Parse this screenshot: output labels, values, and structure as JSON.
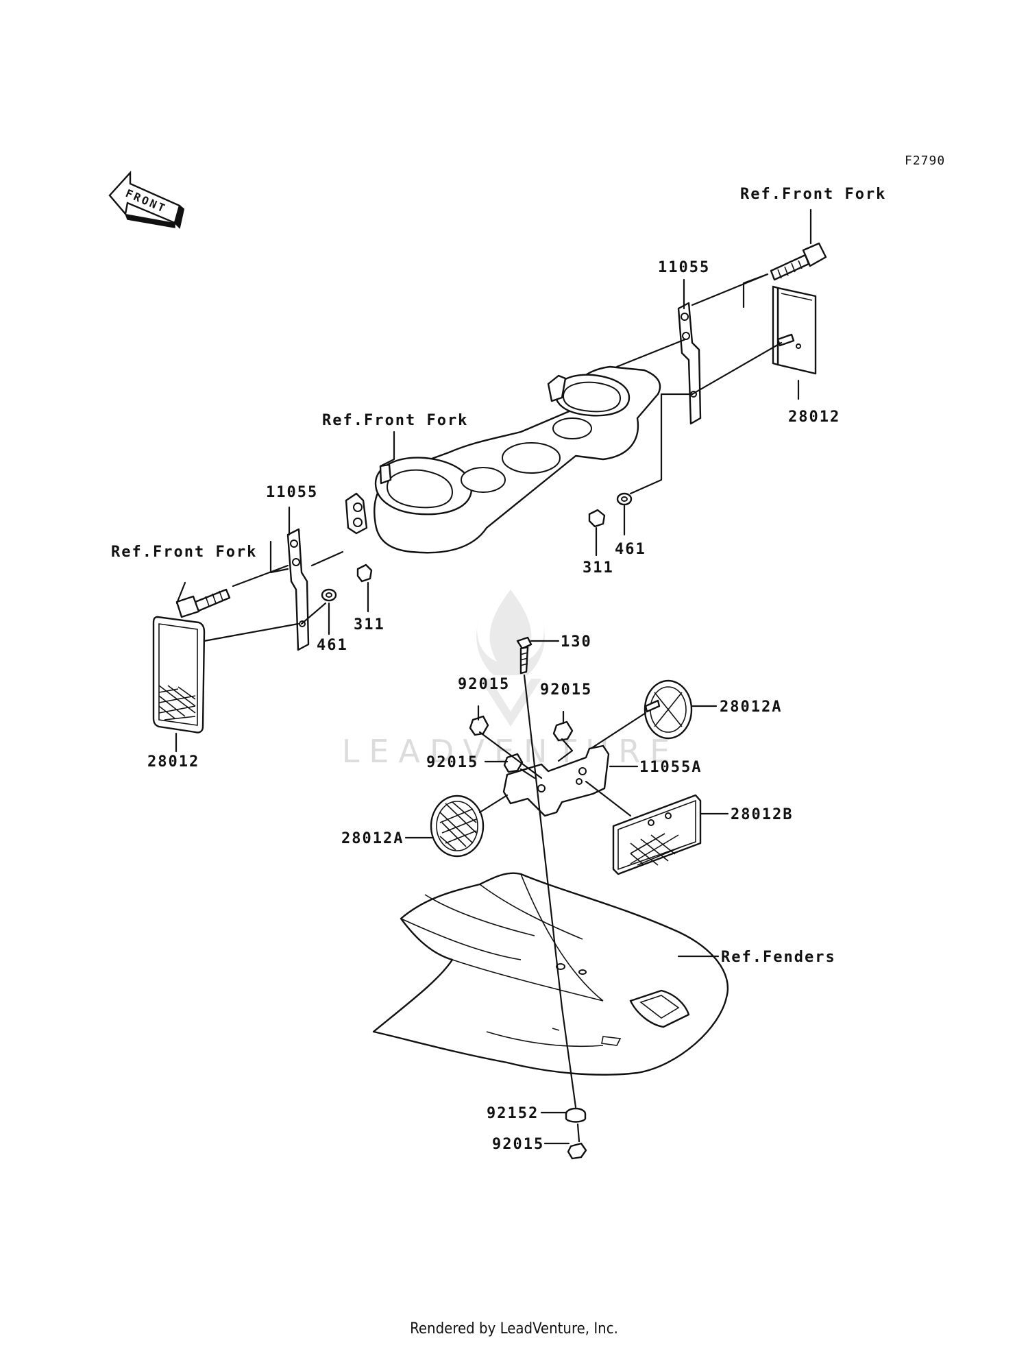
{
  "diagram_code": "F2790",
  "front_arrow_label": "FRONT",
  "watermark": "LEADVENTURE",
  "footer": "Rendered by LeadVenture, Inc.",
  "callouts": {
    "ref_front_fork_top": "Ref.Front Fork",
    "ref_front_fork_mid": "Ref.Front Fork",
    "ref_front_fork_left": "Ref.Front Fork",
    "ref_fenders": "Ref.Fenders",
    "bracket_right": "11055",
    "bracket_left": "11055",
    "reflector_right": "28012",
    "reflector_left": "28012",
    "nut_311_right": "311",
    "nut_311_left": "311",
    "washer_461_right": "461",
    "washer_461_left": "461",
    "bolt_130": "130",
    "nut_92015_a": "92015",
    "nut_92015_b": "92015",
    "nut_92015_c": "92015",
    "nut_92015_bottom": "92015",
    "reflector_28012a_right": "28012A",
    "reflector_28012a_left": "28012A",
    "bracket_11055a": "11055A",
    "reflector_28012b": "28012B",
    "grommet_92152": "92152"
  }
}
